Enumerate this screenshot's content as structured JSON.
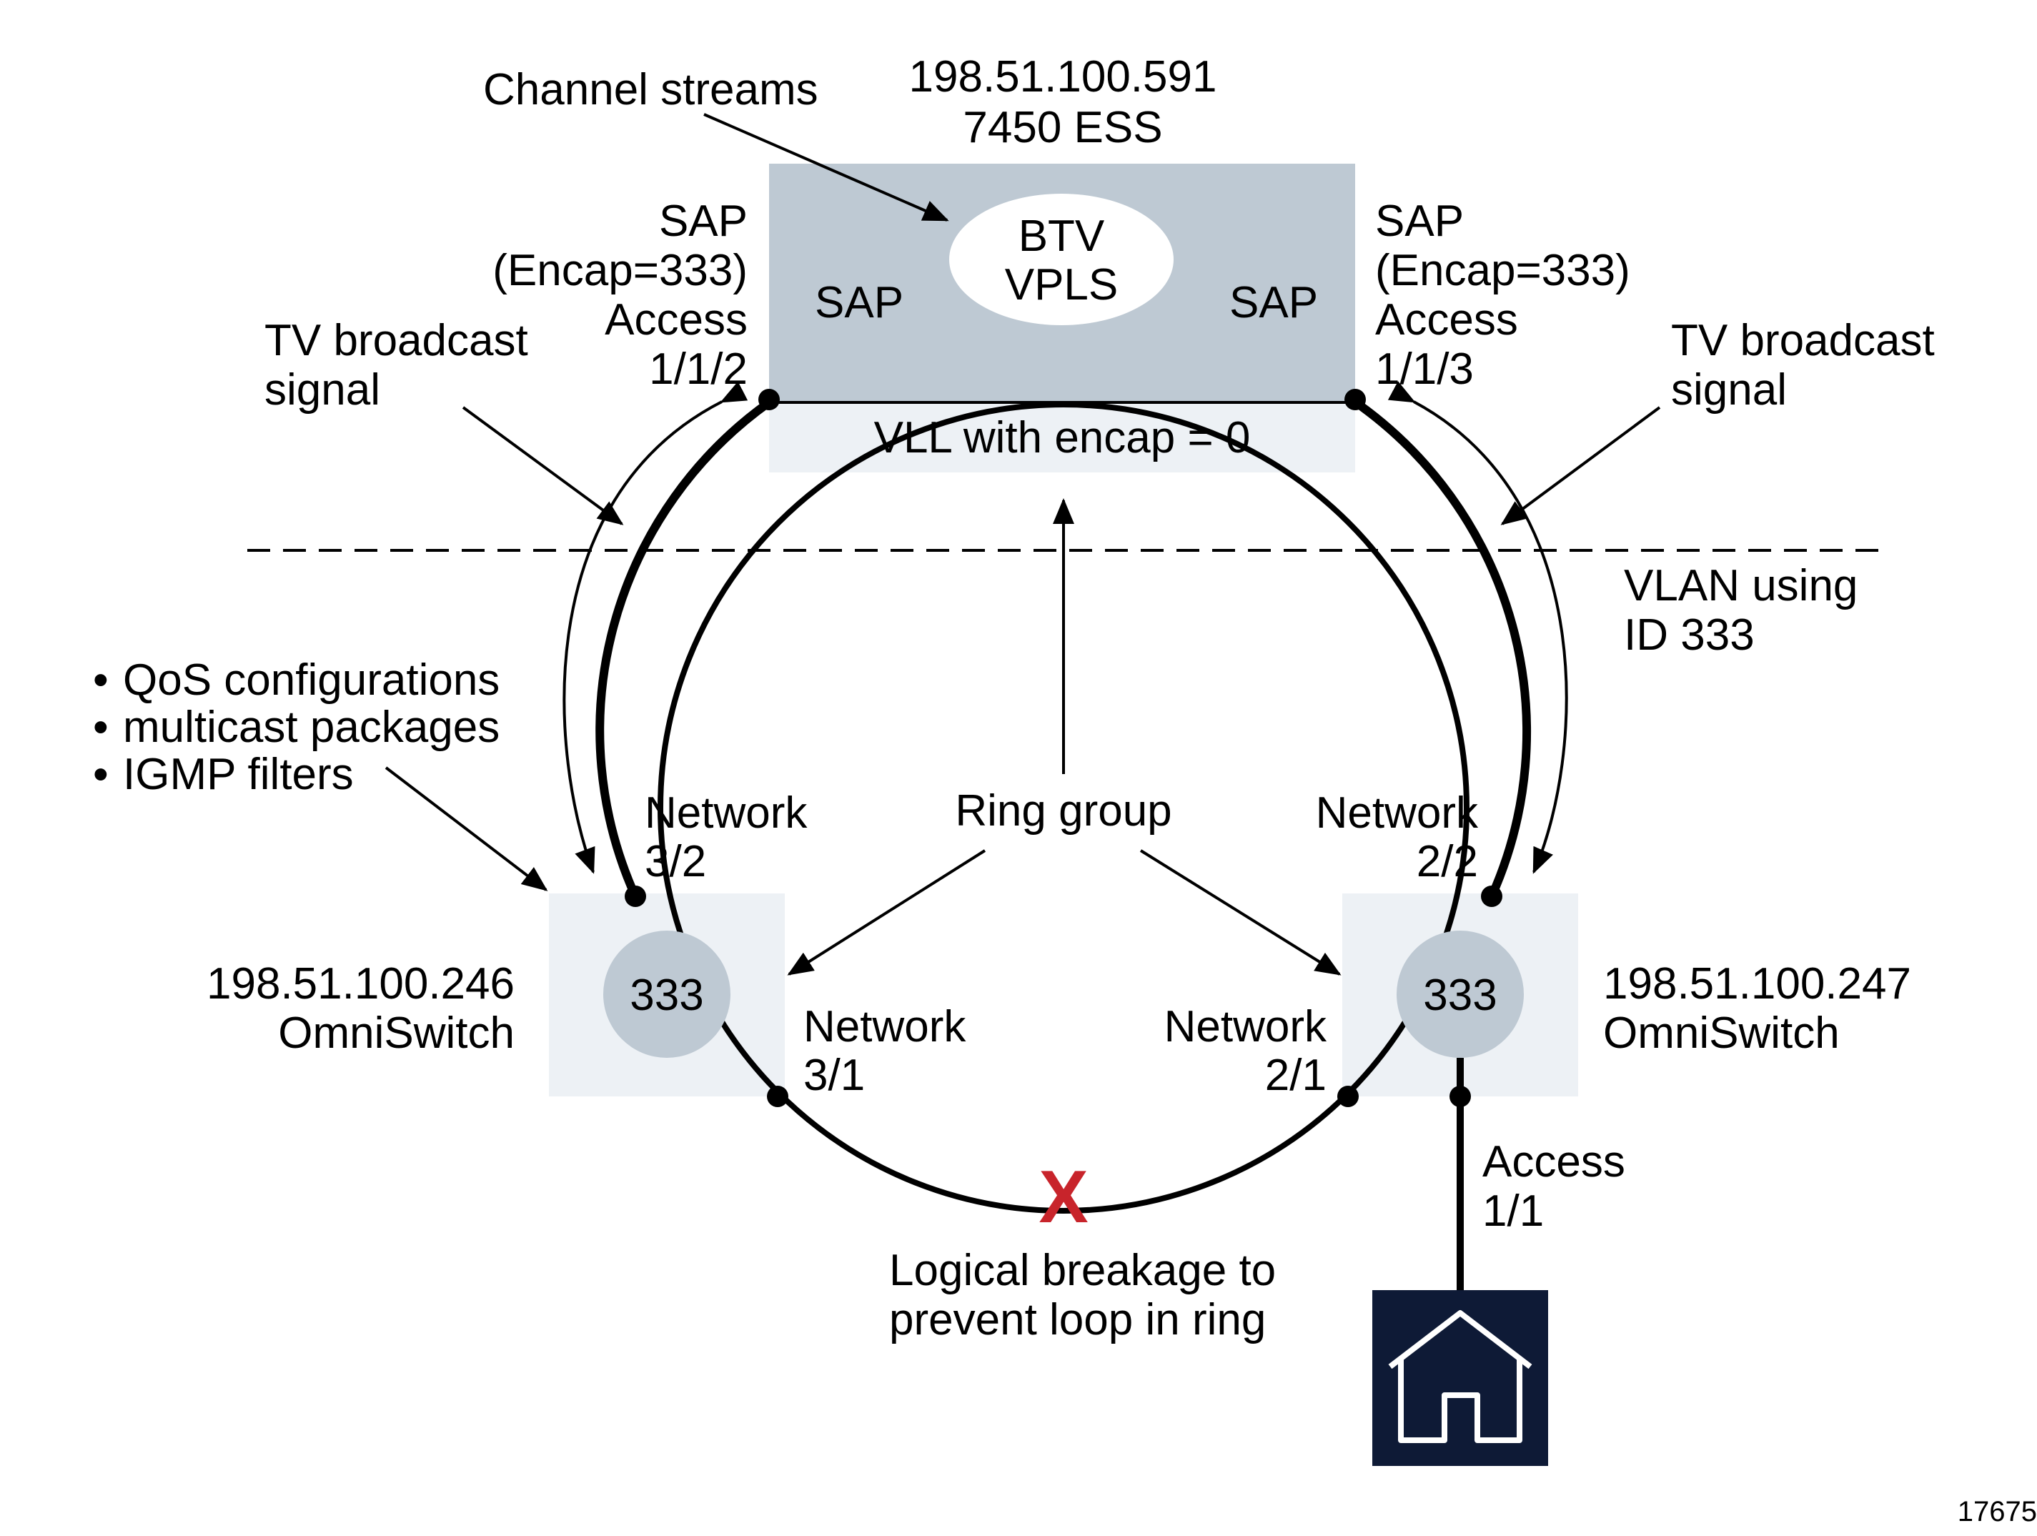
{
  "colors": {
    "vpls_box": "#bec9d3",
    "vll_box": "#edf1f5",
    "switch_box": "#edf1f5",
    "switch_circle": "#bec9d3",
    "breakage_x": "#c8242b",
    "house_bg": "#0e1a36",
    "line": "#000000"
  },
  "ess": {
    "ip": "198.51.100.591",
    "model": "7450 ESS",
    "vpls_line1": "BTV",
    "vpls_line2": "VPLS",
    "vll_label": "VLL with encap = 0"
  },
  "channel_streams": "Channel streams",
  "sap_left": {
    "line1": "SAP",
    "line2": "(Encap=333)",
    "line3": "Access",
    "line4": "1/1/2"
  },
  "sap_right": {
    "line1": "SAP",
    "line2": "(Encap=333)",
    "line3": "Access",
    "line4": "1/1/3"
  },
  "sap_inner_left": "SAP",
  "sap_inner_right": "SAP",
  "tv_left": {
    "line1": "TV broadcast",
    "line2": "signal"
  },
  "tv_right": {
    "line1": "TV broadcast",
    "line2": "signal"
  },
  "vlan": {
    "line1": "VLAN using",
    "line2": "ID 333"
  },
  "features": {
    "bullet": "•",
    "items": [
      "QoS configurations",
      "multicast packages",
      "IGMP filters"
    ]
  },
  "ring_group": "Ring group",
  "network_3_2": {
    "line1": "Network",
    "line2": "3/2"
  },
  "network_2_2": {
    "line1": "Network",
    "line2": "2/2"
  },
  "network_3_1": {
    "line1": "Network",
    "line2": "3/1"
  },
  "network_2_1": {
    "line1": "Network",
    "line2": "2/1"
  },
  "switch_left": {
    "ip": "198.51.100.246",
    "name": "OmniSwitch",
    "vlan": "333"
  },
  "switch_right": {
    "ip": "198.51.100.247",
    "name": "OmniSwitch",
    "vlan": "333"
  },
  "access_bottom": {
    "line1": "Access",
    "line2": "1/1"
  },
  "breakage": {
    "line1": "Logical breakage to",
    "line2": "prevent loop in ring",
    "mark": "X"
  },
  "figure_id": "17675",
  "icons": [
    "house-icon",
    "breakage-x-icon"
  ]
}
